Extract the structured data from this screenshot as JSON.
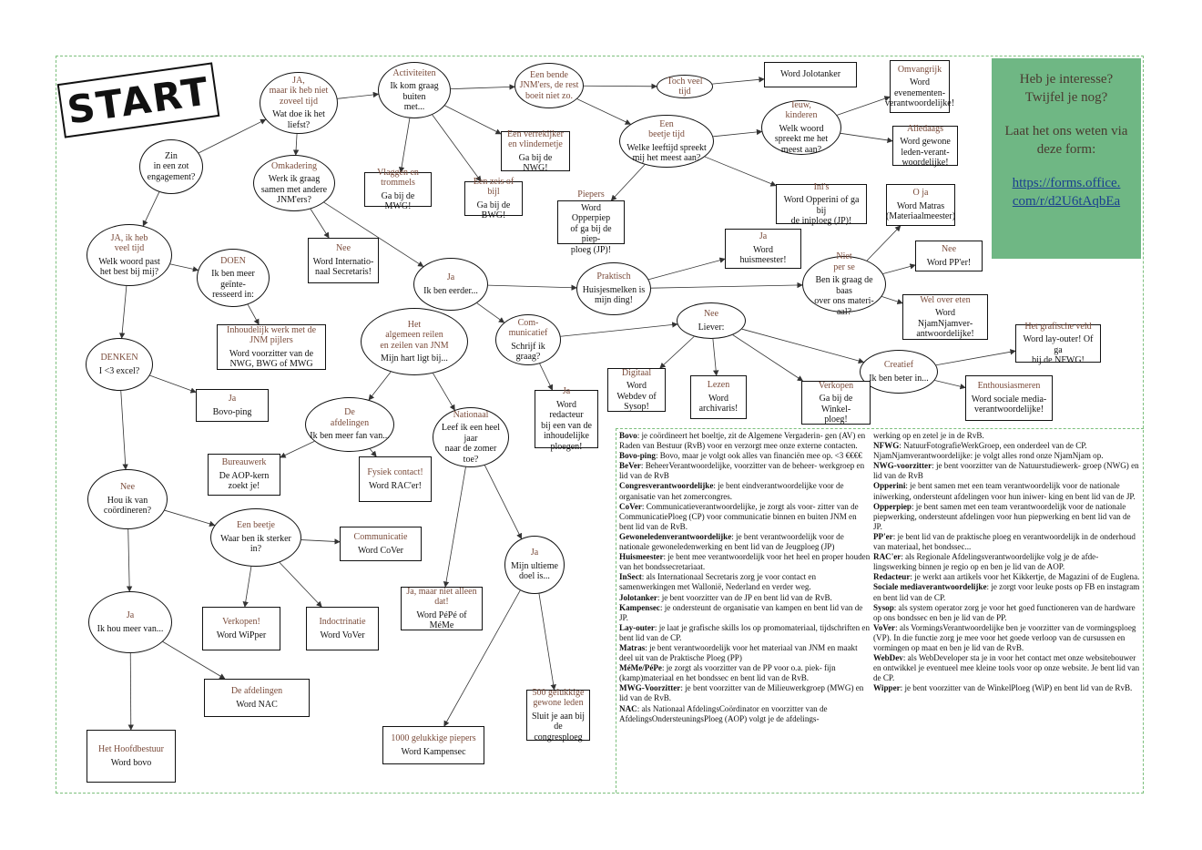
{
  "start_label": "START",
  "colors": {
    "frame": "#7cbf7c",
    "heading": "#7a4b3a",
    "panel": "#6fb784",
    "link": "#1a3f8f"
  },
  "nodes": {
    "zin": {
      "heading": "",
      "body": "Zin\nin een zot\nengagement?"
    },
    "ja_zoveel": {
      "heading": "JA,\nmaar ik heb niet\nzoveel tijd",
      "body": "Wat doe ik het\nliefst?"
    },
    "activiteiten": {
      "heading": "Activiteiten",
      "body": "Ik kom graag buiten\nmet..."
    },
    "bende": {
      "heading": "Een bende\nJNM'ers, de rest\nboeit niet zo.",
      "body": ""
    },
    "toch_veel_tijd": {
      "heading": "Toch veel tijd",
      "body": ""
    },
    "jolotanker": {
      "heading": "",
      "body": "Word Jolotanker"
    },
    "omvangrijk": {
      "heading": "Omvangrijk",
      "body": "Word evenementen-\nverantwoordelijke!"
    },
    "verrekijker": {
      "heading": "Een verrekijker\nen vlindernetje",
      "body": "Ga bij de NWG!"
    },
    "vlaggen": {
      "heading": "Vlaggen en\ntrommels",
      "body": "Ga bij de MWG!"
    },
    "zeis": {
      "heading": "Een zeis of bijl",
      "body": "Ga bij de BWG!"
    },
    "beetje_tijd": {
      "heading": "Een\nbeetje tijd",
      "body": "Welke leeftijd spreekt\nmij het meest aan?"
    },
    "ieuw": {
      "heading": "Ieuw,\nkinderen",
      "body": "Welk woord\nspreekt me het\nmeest aan?"
    },
    "alledaags": {
      "heading": "Alledaags",
      "body": "Word gewone\nleden-verant-\nwoordelijke!"
    },
    "omkadering": {
      "heading": "Omkadering",
      "body": "Werk ik graag\nsamen met andere\nJNM'ers?"
    },
    "piepers": {
      "heading": "Piepers",
      "body": "Word Opperpiep\nof ga bij de piep-\nploeg (JP)!"
    },
    "inis": {
      "heading": "Ini's",
      "body": "Word Opperini of ga bij\nde iniploeg (JP)!"
    },
    "oja": {
      "heading": "O ja",
      "body": "Word Matras\n(Materiaalmeester)"
    },
    "ja_veel_tijd": {
      "heading": "JA, ik heb\nveel tijd",
      "body": "Welk woord past\nhet best bij mij?"
    },
    "doen": {
      "heading": "DOEN",
      "body": "Ik ben meer geïnte-\nresseerd in:"
    },
    "nee_intern": {
      "heading": "Nee",
      "body": "Word Internatio-\nnaal Secretaris!"
    },
    "ja_huis": {
      "heading": "Ja",
      "body": "Word huismeester!"
    },
    "nee_pp": {
      "heading": "Nee",
      "body": "Word PP'er!"
    },
    "ja_eerder": {
      "heading": "Ja",
      "body": "Ik ben eerder..."
    },
    "praktisch": {
      "heading": "Praktisch",
      "body": "Huisjesmelken is\nmijn ding!"
    },
    "niet_per_se": {
      "heading": "Niet\nper se",
      "body": "Ben ik graag de baas\nover ons materi-\naal?"
    },
    "wel_over_eten": {
      "heading": "Wel over eten",
      "body": "Word NjamNjamver-\nantwoordelijke!"
    },
    "inhoudelijk": {
      "heading": "Inhoudelijk werk met de\nJNM pijlers",
      "body": "Word voorzitter van de\nNWG, BWG of MWG"
    },
    "algemeen": {
      "heading": "Het\nalgemeen reilen\nen zeilen van JNM",
      "body": "Mijn hart ligt bij..."
    },
    "communicatief": {
      "heading": "Com-\nmunicatief",
      "body": "Schrijf ik graag?"
    },
    "nee_liever": {
      "heading": "Nee",
      "body": "Liever:"
    },
    "grafische": {
      "heading": "Het grafische veld",
      "body": "Word lay-outer! Of ga\nbij de NFWG!"
    },
    "denken": {
      "heading": "DENKEN",
      "body": "I <3 excel?"
    },
    "creatief": {
      "heading": "Creatief",
      "body": "Ik ben beter in..."
    },
    "digitaal": {
      "heading": "Digitaal",
      "body": "Word Webdev of\nSysop!"
    },
    "lezen": {
      "heading": "Lezen",
      "body": "Word archivaris!"
    },
    "verkopen_winkel": {
      "heading": "Verkopen",
      "body": "Ga bij de Winkel-\nploeg!"
    },
    "enthousiasmeren": {
      "heading": "Enthousiasmeren",
      "body": "Word sociale media-\nverantwoordelijke!"
    },
    "ja_bovo_ping": {
      "heading": "Ja",
      "body": "Bovo-ping"
    },
    "afdelingen": {
      "heading": "De\nafdelingen",
      "body": "Ik ben meer fan van..."
    },
    "ja_redacteur": {
      "heading": "Ja",
      "body": "Word redacteur\nbij een van de\ninhoudelijke\nploegen!"
    },
    "nationaal": {
      "heading": "Nationaal",
      "body": "Leef ik een heel jaar\nnaar de zomer\ntoe?"
    },
    "bureauwerk": {
      "heading": "Bureauwerk",
      "body": "De AOP-kern\nzoekt je!"
    },
    "fysiek": {
      "heading": "Fysiek contact!",
      "body": "Word RAC'er!"
    },
    "nee_coord": {
      "heading": "Nee",
      "body": "Hou ik van\ncoördineren?"
    },
    "een_beetje": {
      "heading": "Een beetje",
      "body": "Waar ben ik sterker\nin?"
    },
    "communicatie": {
      "heading": "Communicatie",
      "body": "Word CoVer"
    },
    "ja_doel": {
      "heading": "Ja",
      "body": "Mijn ultieme\ndoel is..."
    },
    "ja_pepe": {
      "heading": "Ja, maar niet alleen\ndat!",
      "body": "Word PéPé of MéMe"
    },
    "verkopen_wip": {
      "heading": "Verkopen!",
      "body": "Word WiPper"
    },
    "indoctrinatie": {
      "heading": "Indoctrinatie",
      "body": "Word VoVer"
    },
    "ja_meer_van": {
      "heading": "Ja",
      "body": "Ik hou meer van..."
    },
    "de_afdelingen_nac": {
      "heading": "De afdelingen",
      "body": "Word NAC"
    },
    "hoofdbestuur": {
      "heading": "Het Hoofdbestuur",
      "body": "Word bovo"
    },
    "piepers_1000": {
      "heading": "1000 gelukkige piepers",
      "body": "Word Kampensec"
    },
    "leden_500": {
      "heading": "500 gelukkige\ngewone leden",
      "body": "Sluit je aan bij de\ncongresploeg"
    }
  },
  "interest_panel": {
    "line1": "Heb je interesse?",
    "line2": "Twijfel je nog?",
    "line3": "Laat het ons weten via",
    "line4": "deze form:",
    "link1": "https://forms.office.",
    "link2": "com/r/d2U6tAqbEa"
  },
  "glossary_left": [
    {
      "term": "Bovo",
      "text": ": je coördineert het boeltje, zit de Algemene Vergaderin- gen (AV) en Raden van Bestuur (RvB) voor en verzorgt mee onze externe contacten."
    },
    {
      "term": "Bovo-ping",
      "text": ": Bovo, maar je volgt ook alles van financiën mee op. <3 €€€€"
    },
    {
      "term": "BeVer",
      "text": ": BeheerVerantwoordelijke, voorzitter van de beheer- werkgroep en lid van de RvB"
    },
    {
      "term": "Congresverantwoordelijke",
      "text": ": je bent eindverantwoordelijke voor de organisatie van het zomercongres."
    },
    {
      "term": "CoVer",
      "text": ": Communicatieverantwoordelijke, je zorgt als voor- zitter van de CommunicatiePloeg (CP) voor communicatie binnen en buiten JNM en bent lid van de RvB."
    },
    {
      "term": "Gewoneledenverantwoordelijke",
      "text": ": je bent verantwoordelijk voor de nationale gewoneledenwerking en bent lid van de Jeugploeg (JP)"
    },
    {
      "term": "Huismeester",
      "text": ": je bent mee verantwoordelijk voor het heel en proper houden van het bondssecretariaat."
    },
    {
      "term": "InSect",
      "text": ": als Internationaal Secretaris zorg je voor contact en samenwerkingen met Wallonië, Nederland en verder weg."
    },
    {
      "term": "Jolotanker",
      "text": ": je bent voorzitter van de JP en bent lid van de RvB."
    },
    {
      "term": "Kampensec",
      "text": ": je ondersteunt de organisatie van kampen en bent lid van de JP."
    },
    {
      "term": "Lay-outer",
      "text": ": je laat je grafische skills los op promomateriaal, tijdschriften en bent lid van de CP."
    },
    {
      "term": "Matras",
      "text": ": je bent verantwoordelijk voor het materiaal van JNM en maakt deel uit van de Praktische Ploeg (PP)"
    },
    {
      "term": "MéMe/PéPe",
      "text": ": je zorgt als voorzitter van de PP voor o.a. piek- fijn (kamp)materiaal en het bondssec en bent lid van de RvB."
    },
    {
      "term": "MWG-Voorzitter",
      "text": ": je bent voorzitter van de Milieuwerkgroep (MWG) en lid van de RvB."
    },
    {
      "term": "NAC",
      "text": ": als Nationaal AfdelingsCoördinator en voorzitter van de AfdelingsOndersteuningsPloeg (AOP) volgt je de afdelings-"
    }
  ],
  "glossary_right": [
    {
      "term": "",
      "text": "werking op en zetel je in de RvB."
    },
    {
      "term": "NFWG",
      "text": ": NatuurFotografieWerkGroep, een onderdeel van de CP."
    },
    {
      "term": "",
      "text": "NjamNjamverantwoordelijke: je volgt alles rond onze NjamNjam op."
    },
    {
      "term": "NWG-voorzitter",
      "text": ": je bent voorzitter van de Natuurstudiewerk- groep (NWG) en lid van de RvB"
    },
    {
      "term": "Opperini",
      "text": ": je bent samen met een team verantwoordelijk voor de nationale iniwerking, ondersteunt afdelingen voor hun iniwer- king en bent lid van de JP."
    },
    {
      "term": "Opperpiep",
      "text": ": je bent samen met een team verantwoordelijk voor de nationale piepwerking, ondersteunt afdelingen voor hun piepwerking en bent lid van de JP."
    },
    {
      "term": "PP'er",
      "text": ": je bent lid van de praktische ploeg en verantwoordelijk in de onderhoud van materiaal, het bondssec..."
    },
    {
      "term": "RAC'er",
      "text": ": als Regionale Afdelingsverantwoordelijke volg je de afde- lingswerking binnen je regio op en ben je lid van de AOP."
    },
    {
      "term": "Redacteur",
      "text": ": je werkt aan artikels voor het Kikkertje, de Magazini of de Euglena."
    },
    {
      "term": "Sociale mediaverantwoordelijke",
      "text": ": je zorgt voor leuke posts op FB en instagram en bent lid van de CP."
    },
    {
      "term": "Sysop",
      "text": ": als system operator zorg je voor het goed functioneren van de hardware op ons bondssec en ben je lid van de PP."
    },
    {
      "term": "VoVer",
      "text": ": als VormingsVerantwoordelijke ben je voorzitter van de vormingsploeg (VP). In die functie zorg je mee voor het goede verloop van de cursussen en vormingen op maat en ben je lid van de RvB."
    },
    {
      "term": "WebDev",
      "text": ": als WebDeveloper sta je in voor het contact met onze websitebouwer en ontwikkel je eventueel mee kleine tools voor op onze website. Je bent lid van de CP."
    },
    {
      "term": "Wipper",
      "text": ": je bent voorzitter van de WinkelPloeg (WiP) en bent lid van de RvB."
    }
  ]
}
